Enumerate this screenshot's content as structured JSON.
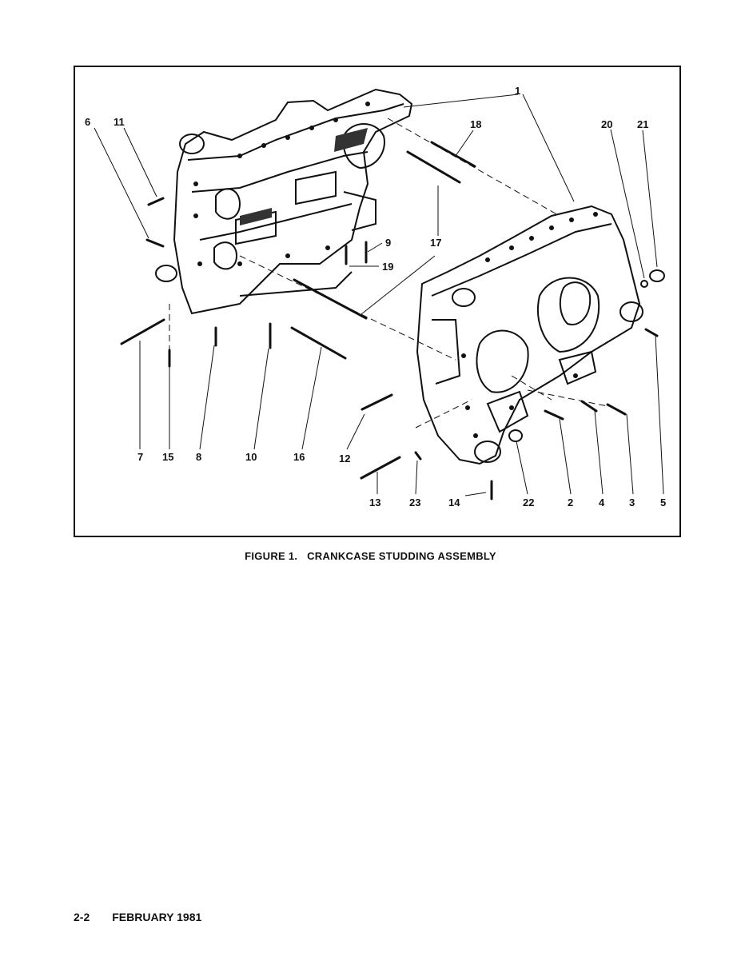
{
  "figure": {
    "caption": "FIGURE 1.   CRANKCASE STUDDING ASSEMBLY",
    "callouts": {
      "c1": "1",
      "c2": "2",
      "c3": "3",
      "c4": "4",
      "c5": "5",
      "c6": "6",
      "c7": "7",
      "c8": "8",
      "c9": "9",
      "c10": "10",
      "c11": "11",
      "c12": "12",
      "c13": "13",
      "c14": "14",
      "c15": "15",
      "c16": "16",
      "c17": "17",
      "c18": "18",
      "c19": "19",
      "c20": "20",
      "c21": "21",
      "c22": "22",
      "c23": "23"
    }
  },
  "footer": {
    "page_number": "2-2",
    "date": "FEBRUARY 1981"
  }
}
